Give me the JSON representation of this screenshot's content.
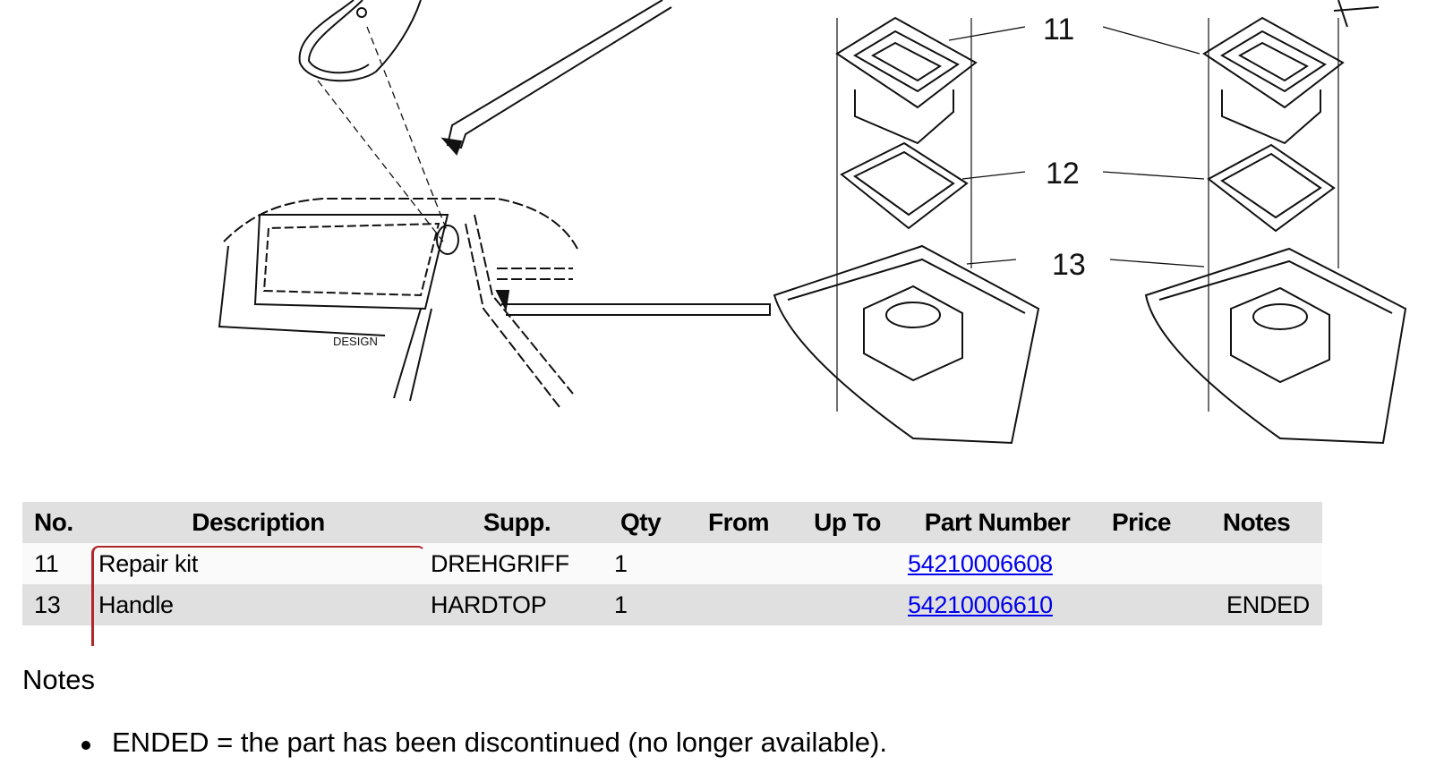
{
  "diagram": {
    "callouts": [
      "11",
      "12",
      "13"
    ],
    "logo_text": "DESIGN"
  },
  "table": {
    "headers": [
      "No.",
      "Description",
      "Supp.",
      "Qty",
      "From",
      "Up To",
      "Part Number",
      "Price",
      "Notes"
    ],
    "rows": [
      {
        "no": "11",
        "description": "Repair kit",
        "supp": "DREHGRIFF",
        "qty": "1",
        "from": "",
        "up_to": "",
        "part_number": "54210006608",
        "price": "",
        "notes": ""
      },
      {
        "no": "13",
        "description": "Handle",
        "supp": "HARDTOP",
        "qty": "1",
        "from": "",
        "up_to": "",
        "part_number": "54210006610",
        "price": "",
        "notes": "ENDED"
      }
    ]
  },
  "notes": {
    "heading": "Notes",
    "items": [
      "ENDED = the part has been discontinued (no longer available)."
    ]
  },
  "colors": {
    "link": "#0000ee",
    "header_bg": "#e0e0e0",
    "focus": "#b0272a"
  }
}
